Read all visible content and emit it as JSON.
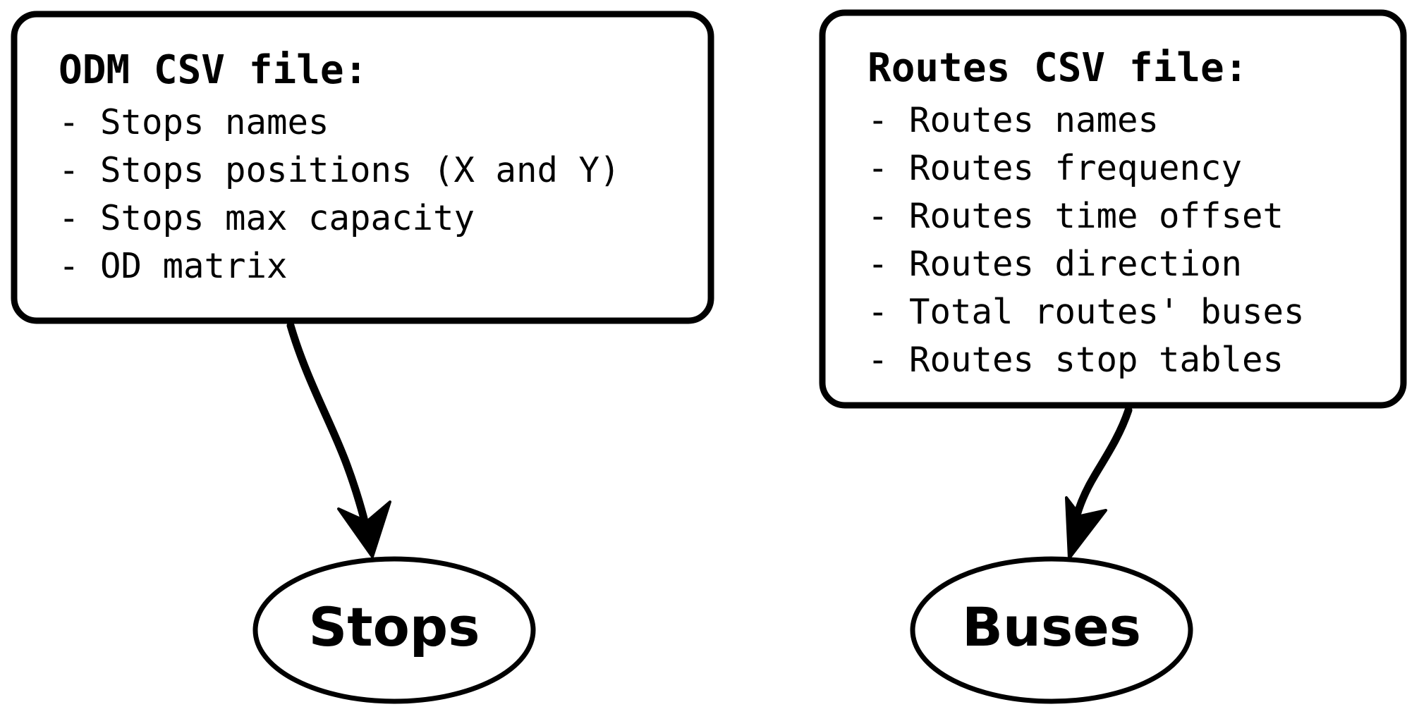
{
  "colors": {
    "stroke": "#000000",
    "background": "#ffffff",
    "text": "#000000"
  },
  "odm_box": {
    "title": "ODM CSV file:",
    "items": [
      "- Stops names",
      "- Stops positions (X and Y)",
      "- Stops max capacity",
      "- OD matrix"
    ]
  },
  "routes_box": {
    "title": "Routes CSV file:",
    "items": [
      "- Routes names",
      "- Routes frequency",
      "- Routes time offset",
      "- Routes direction",
      "- Total routes' buses",
      "- Routes stop tables"
    ]
  },
  "stops_node": {
    "label": "Stops"
  },
  "buses_node": {
    "label": "Buses"
  }
}
